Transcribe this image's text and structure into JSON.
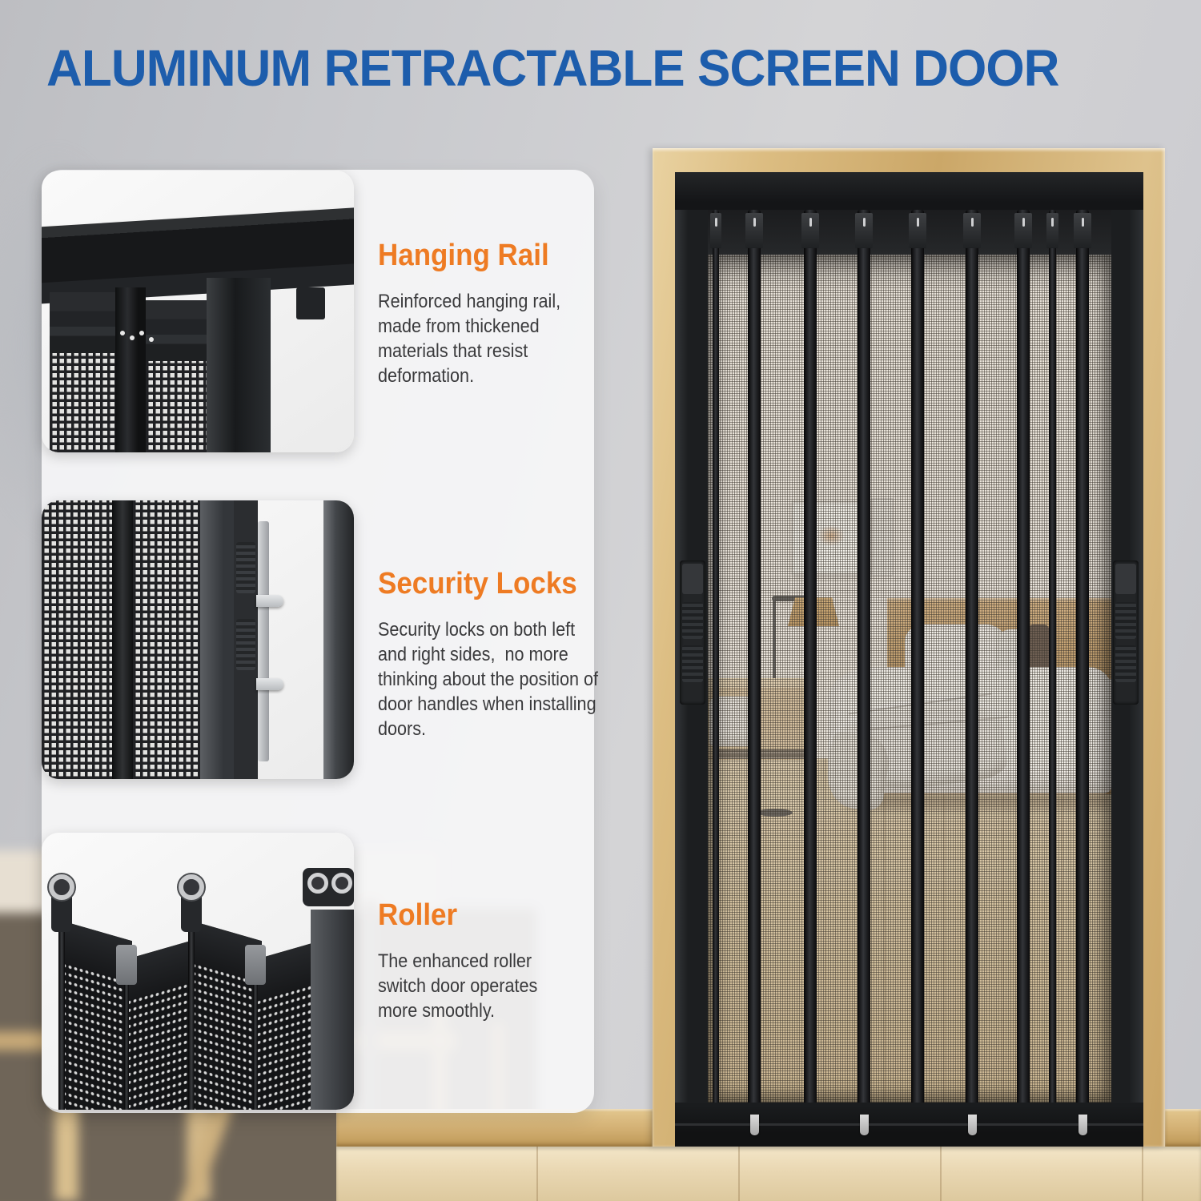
{
  "page": {
    "title": "ALUMINUM RETRACTABLE SCREEN DOOR"
  },
  "features": [
    {
      "heading": "Hanging Rail",
      "description": "Reinforced hanging rail, made from thickened materials that resist deformation."
    },
    {
      "heading": "Security Locks",
      "description": "Security locks on both left and right sides,  no more thinking about the position of door handles when installing doors."
    },
    {
      "heading": "Roller",
      "description": "The enhanced roller switch door operates more smoothly."
    }
  ],
  "images": [
    "hanging-rail-closeup-photo",
    "security-locks-closeup-photo",
    "roller-closeup-photo",
    "retractable-screen-door-in-doorframe-photo"
  ],
  "colors": {
    "title_blue": "#1d5dac",
    "accent_orange": "#ee7b23",
    "body_text": "#3a3a3c",
    "door_wood": "#cba768",
    "frame_black": "#1c1e20"
  }
}
